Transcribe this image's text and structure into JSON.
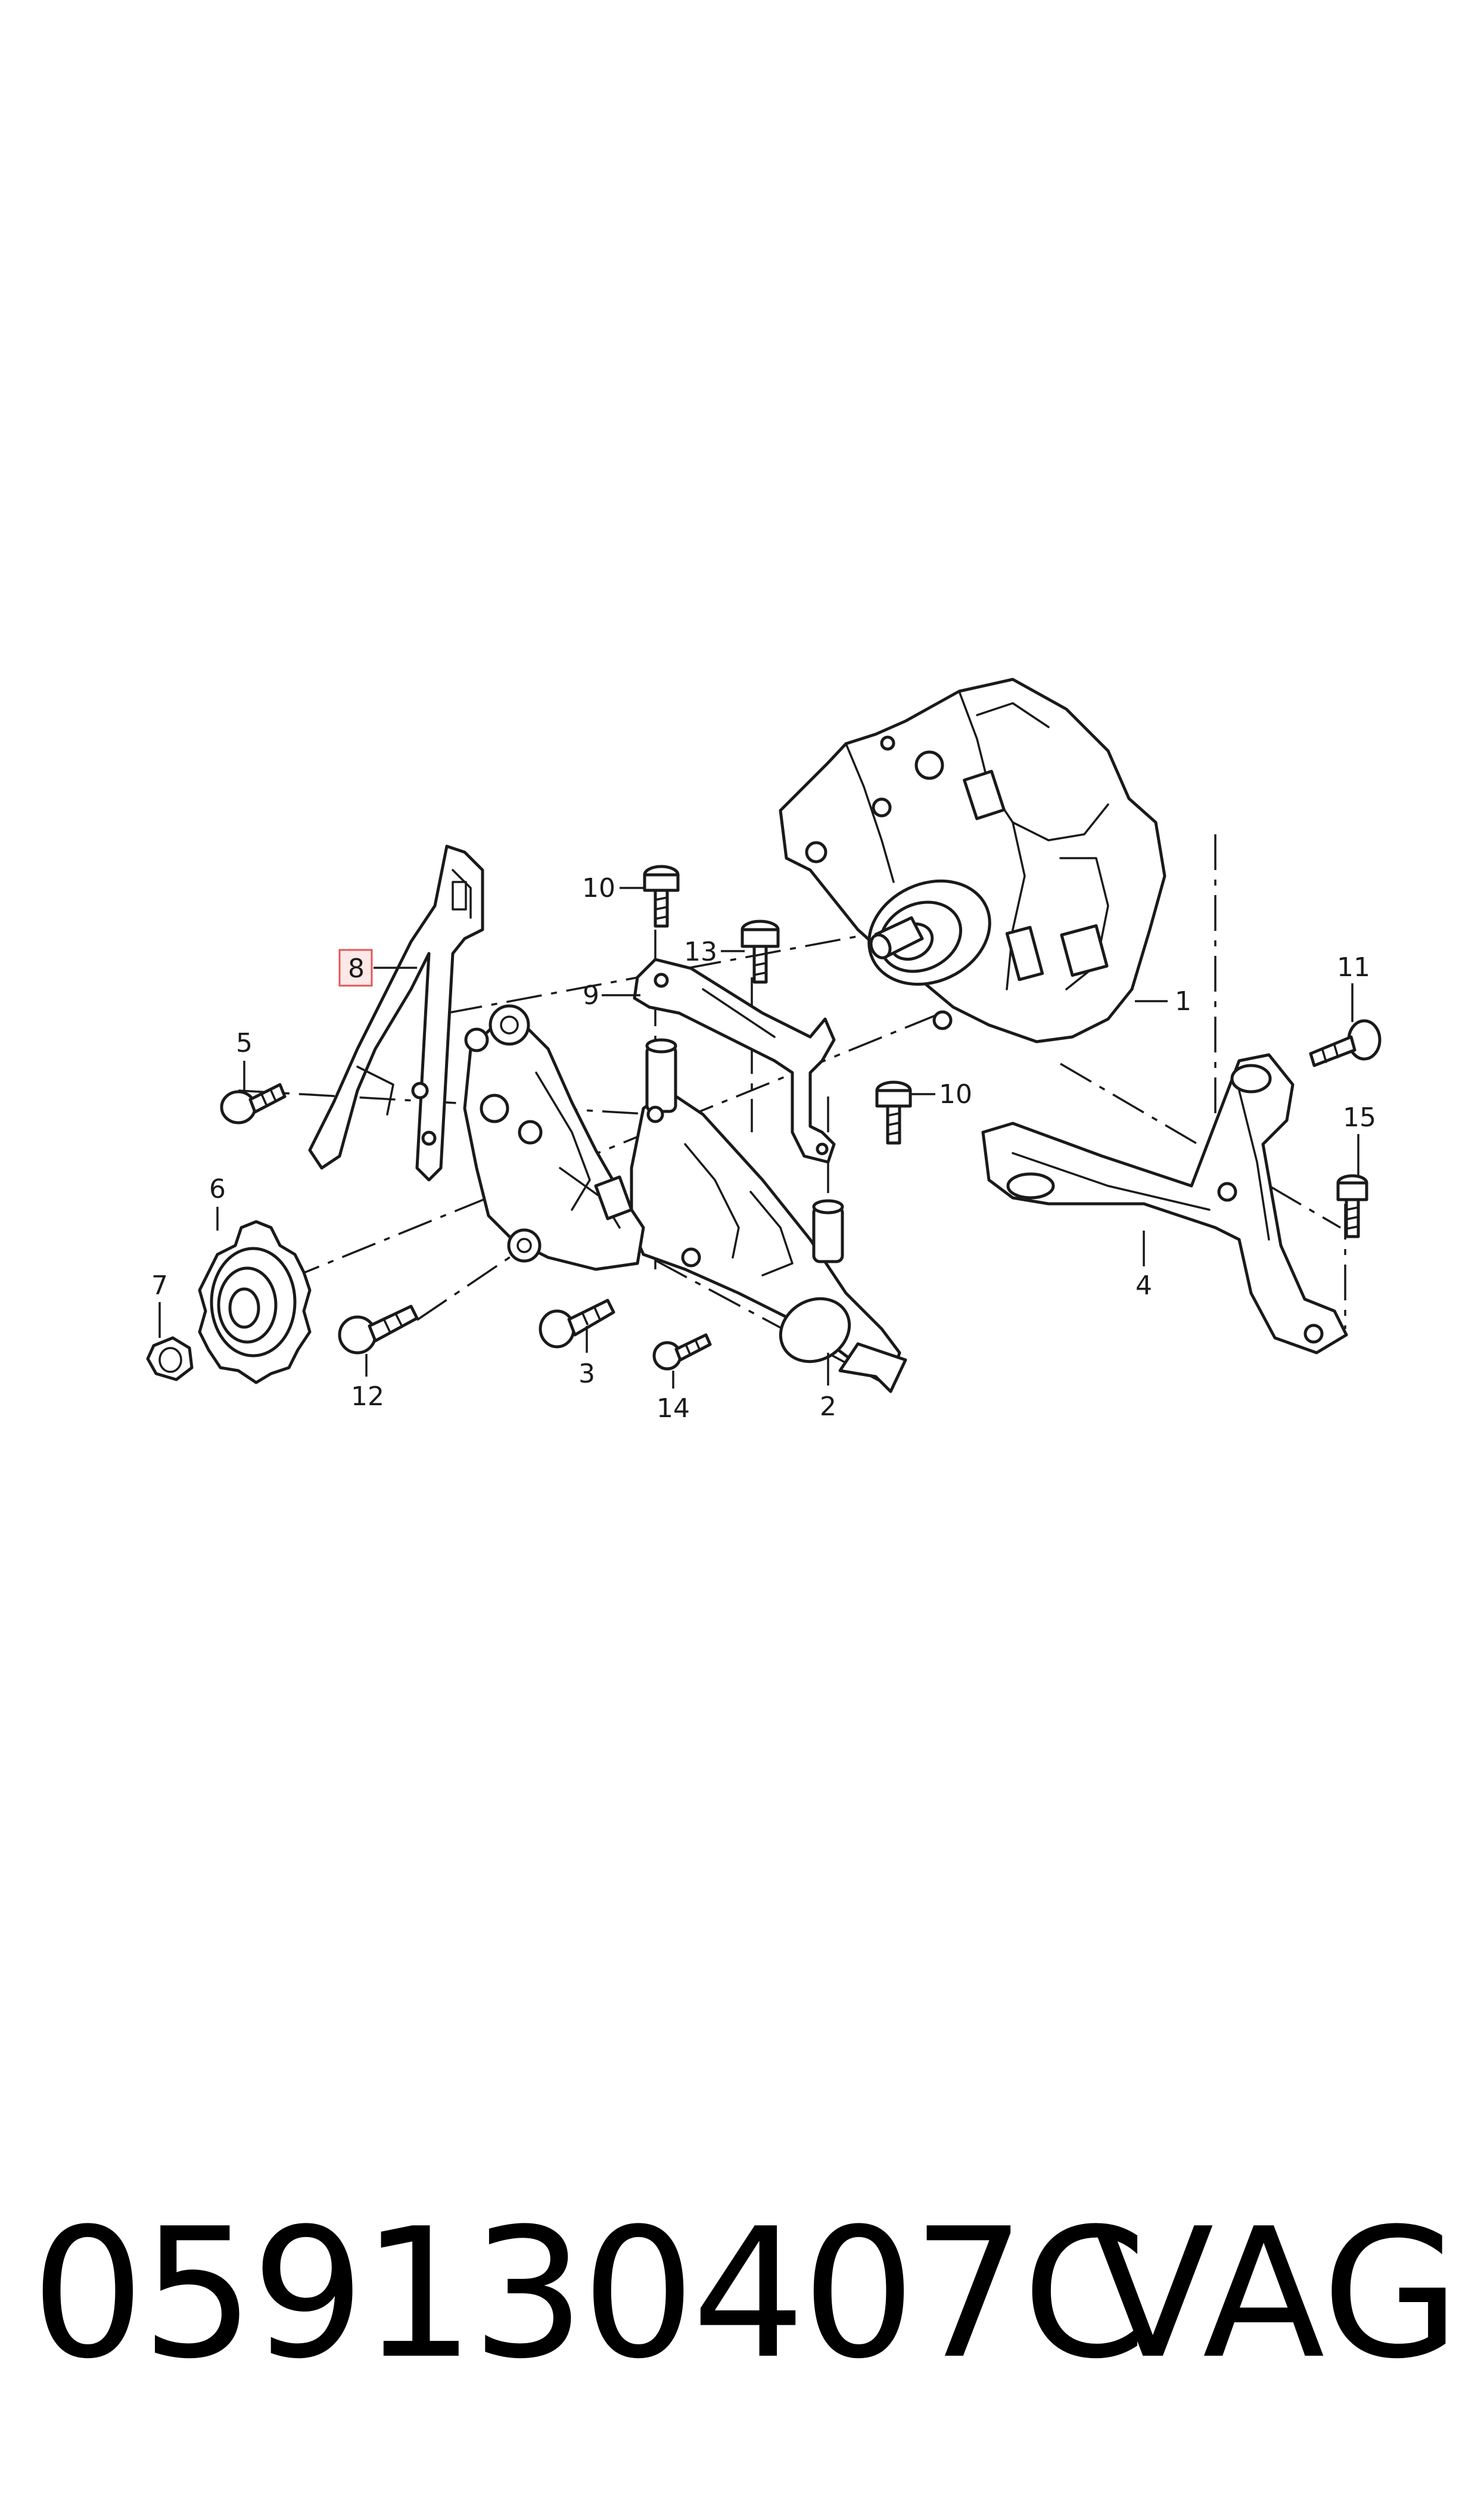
{
  "callouts": {
    "c1": "1",
    "c2": "2",
    "c3": "3",
    "c4": "4",
    "c5": "5",
    "c6": "6",
    "c7": "7",
    "c8": "8",
    "c9": "9",
    "c10a": "10",
    "c10b": "10",
    "c11": "11",
    "c12": "12",
    "c13": "13",
    "c14": "14",
    "c15": "15"
  },
  "highlight_color": "#e05a5a",
  "footer": {
    "part_number": "059130407C",
    "brand": "VAG"
  }
}
